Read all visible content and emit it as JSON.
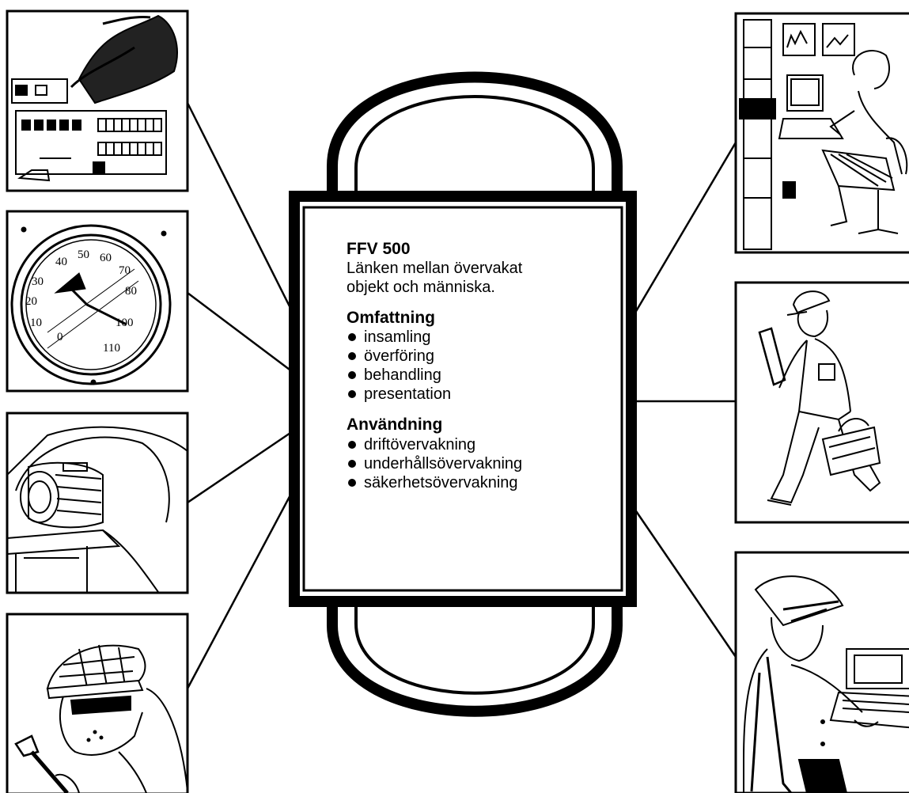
{
  "center": {
    "title": "FFV 500",
    "subtitle_line1": "Länken mellan övervakat",
    "subtitle_line2": "objekt och människa.",
    "sections": [
      {
        "heading": "Omfattning",
        "items": [
          "insamling",
          "överföring",
          "behandling",
          "presentation"
        ]
      },
      {
        "heading": "Användning",
        "items": [
          "driftövervakning",
          "underhållsövervakning",
          "säkerhetsövervakning"
        ]
      }
    ]
  },
  "illustrations": {
    "left": [
      "burning-building",
      "pressure-gauge",
      "electric-motor",
      "burglar"
    ],
    "right": [
      "operator-at-terminal",
      "maintenance-technician",
      "security-guard-at-terminal"
    ]
  },
  "colors": {
    "ink": "#000000",
    "paper": "#ffffff"
  }
}
